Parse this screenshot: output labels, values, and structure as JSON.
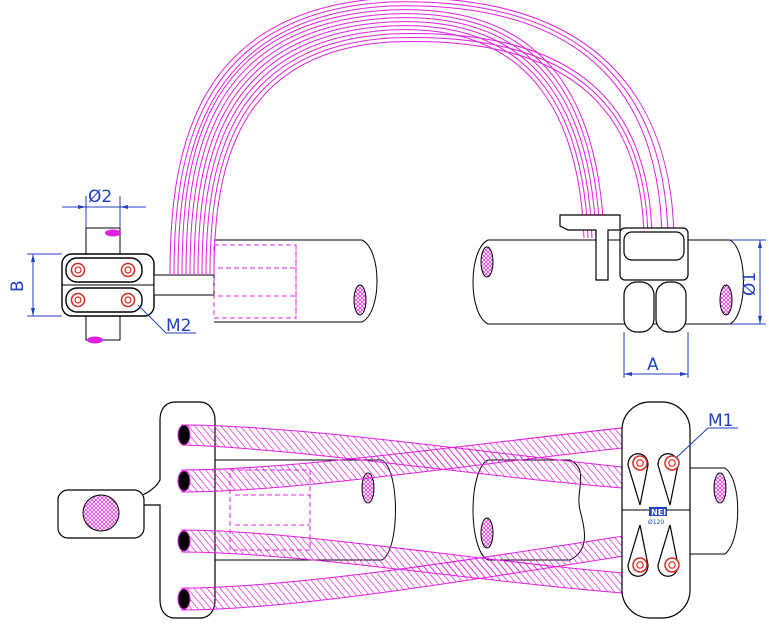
{
  "colors": {
    "outline": "#000000",
    "dimension": "#1f3fbf",
    "cable": "#e020e0",
    "bolt": "#d22b1e"
  },
  "dimensions": {
    "phi2": "Ø2",
    "phi1": "Ø1",
    "b": "B",
    "a": "A",
    "m2": "M2",
    "m1": "M1"
  },
  "clamp_marking": {
    "logo": "NEI",
    "size": "Ø120"
  }
}
